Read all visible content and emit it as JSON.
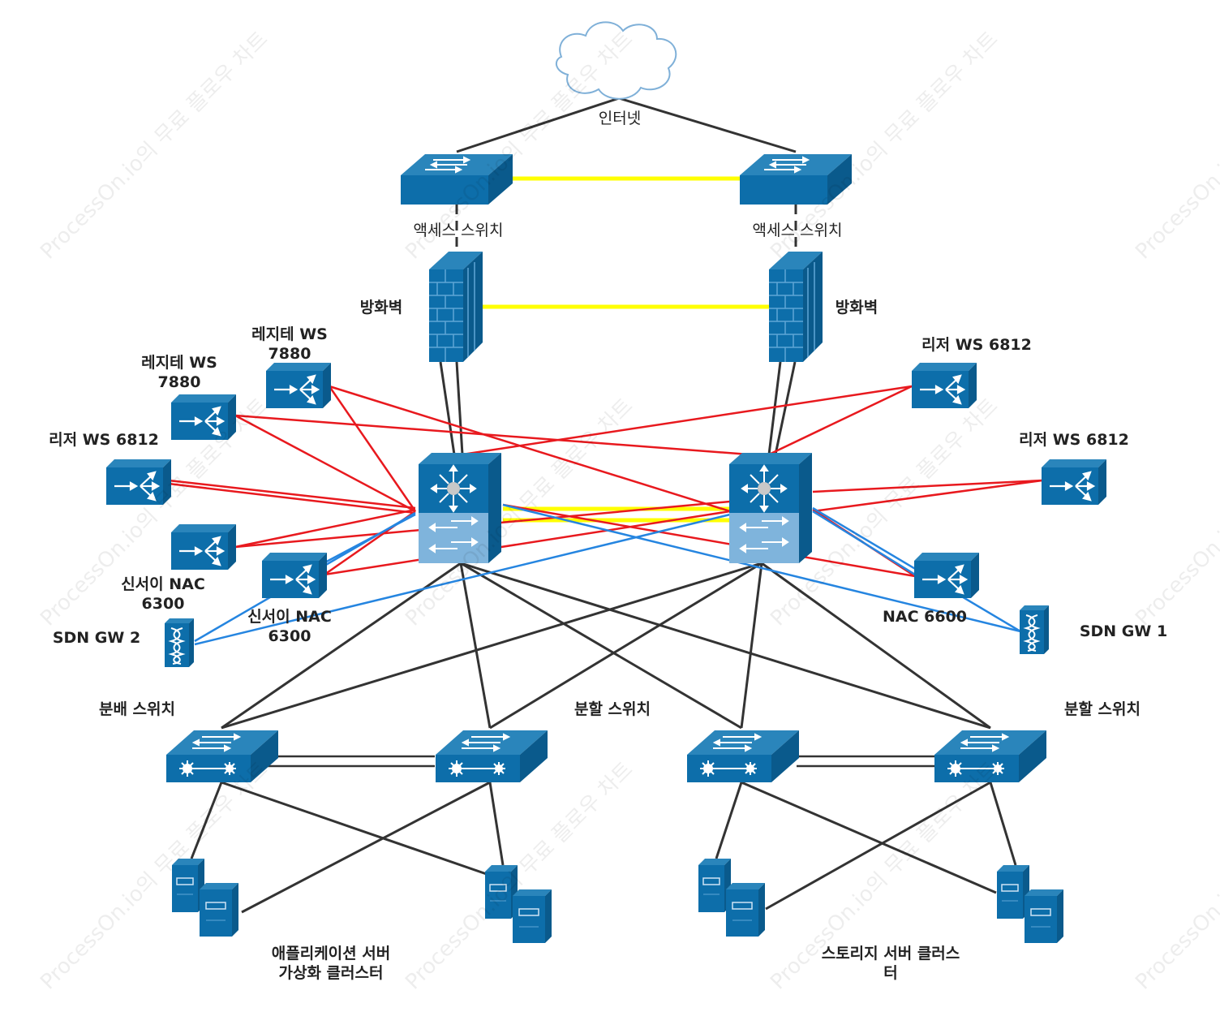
{
  "labels": {
    "internet": "인터넷",
    "access_left": "액세스 스위치",
    "access_right": "액세스 스위치",
    "fw_left": "방화벽",
    "fw_right": "방화벽",
    "legite_ws_a": "레지테 WS 7880",
    "legite_ws_b": "레지테 WS 7880",
    "riser_ws_left": "리저 WS 6812",
    "riser_ws_right_top": "리저 WS 6812",
    "riser_ws_right_mid": "리저 WS 6812",
    "sinseoi_nac_a": "신서이 NAC 6300",
    "sinseoi_nac_b": "신서이 NAC 6300",
    "nac_6600": "NAC 6600",
    "sdn_gw2": "SDN GW 2",
    "sdn_gw1": "SDN GW 1",
    "dist_switch": "분배 스위치",
    "split_switch_a": "분할 스위치",
    "split_switch_b": "분할 스위치",
    "app_cluster": "애플리케이션 서버 가상화 클러스터",
    "storage_cluster": "스토리지 서버 클러스터"
  },
  "watermark": "ProcessOn.io의 무료 플로우 차트",
  "colors": {
    "device_blue": "#0d6eaa",
    "device_dark": "#0a5a8c",
    "core_light": "#7fb4dc",
    "link_black": "#333333",
    "link_red": "#e8191e",
    "link_blue": "#2585e0",
    "link_yellow": "#ffff00"
  }
}
